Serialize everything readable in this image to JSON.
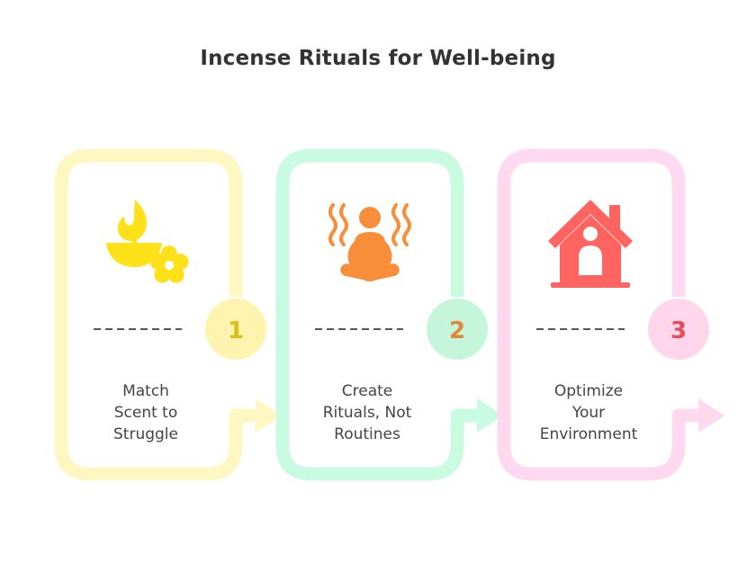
{
  "title": "Incense Rituals for Well-being",
  "steps": [
    {
      "number": "1",
      "lines": [
        "Match",
        "Scent to",
        "Struggle"
      ],
      "icon": "incense-flame-flower-icon",
      "frame_color": "#FFF7C2",
      "circle_color": "#FFF3B0",
      "number_color": "#D9C018",
      "icon_color": "#FFE11A"
    },
    {
      "number": "2",
      "lines": [
        "Create",
        "Rituals, Not",
        "Routines"
      ],
      "icon": "meditation-person-icon",
      "frame_color": "#C9FBE2",
      "circle_color": "#C5F6DC",
      "number_color": "#E0873A",
      "icon_color": "#F98E3A"
    },
    {
      "number": "3",
      "lines": [
        "Optimize",
        "Your",
        "Environment"
      ],
      "icon": "house-person-icon",
      "frame_color": "#FFD9EF",
      "circle_color": "#FFD6EC",
      "number_color": "#E64D5C",
      "icon_color": "#FF6461"
    }
  ]
}
